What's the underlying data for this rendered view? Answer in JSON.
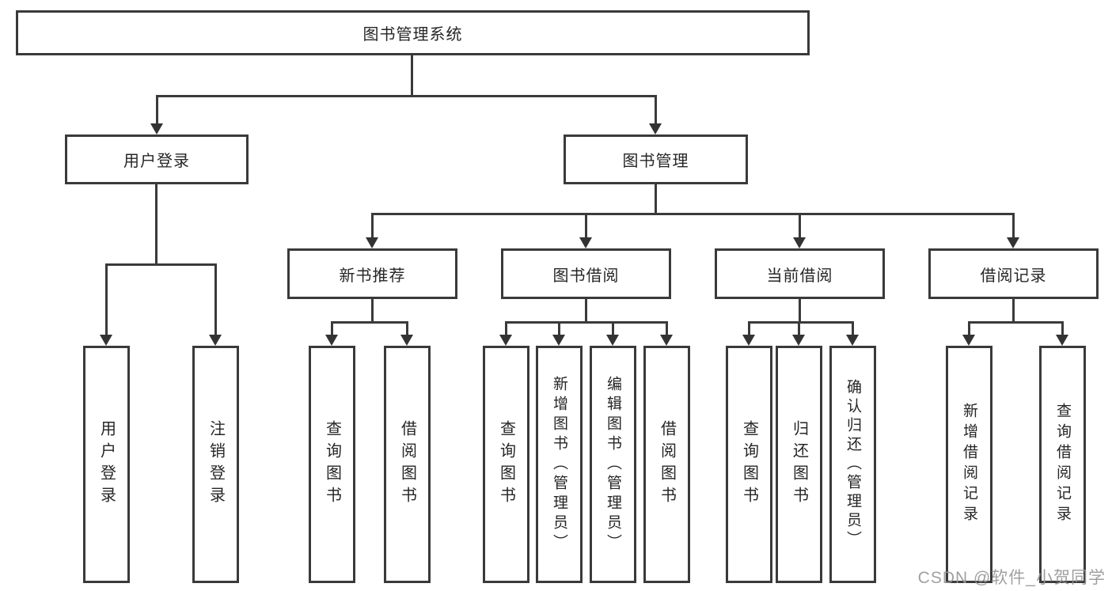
{
  "title": "图书管理系统",
  "branches": {
    "user_login": {
      "label": "用户登录",
      "children": [
        "用户登录",
        "注销登录"
      ]
    },
    "book_mgmt": {
      "label": "图书管理",
      "sections": [
        {
          "label": "新书推荐",
          "children": [
            "查询图书",
            "借阅图书"
          ]
        },
        {
          "label": "图书借阅",
          "children": [
            "查询图书",
            "新增图书（管理员）",
            "编辑图书（管理员）",
            "借阅图书"
          ]
        },
        {
          "label": "当前借阅",
          "children": [
            "查询图书",
            "归还图书",
            "确认归还（管理员）"
          ]
        },
        {
          "label": "借阅记录",
          "children": [
            "新增借阅记录",
            "查询借阅记录"
          ]
        }
      ]
    }
  },
  "watermark": "CSDN @软件_小贺同学"
}
